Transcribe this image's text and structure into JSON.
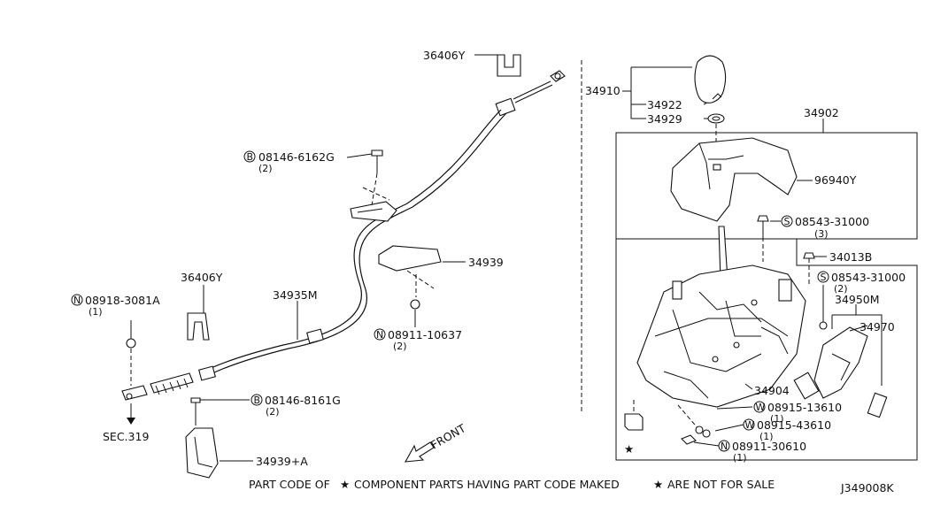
{
  "parts": {
    "p36406y_top": "36406Y",
    "p34910": "34910",
    "p34922": "34922",
    "p34929": "34929",
    "p34902": "34902",
    "p96940y": "96940Y",
    "p08543_31000_a": "08543-31000",
    "p08543_31000_a_qty": "(3)",
    "p08543_31000_a_prefix": "S",
    "p34013b": "34013B",
    "p08543_31000_b": "08543-31000",
    "p08543_31000_b_qty": "(2)",
    "p08543_31000_b_prefix": "S",
    "p34950m": "34950M",
    "p34970": "34970",
    "p34904": "34904",
    "p08915_13610": "08915-13610",
    "p08915_13610_qty": "(1)",
    "p08915_13610_prefix": "W",
    "p08915_43610": "08915-43610",
    "p08915_43610_qty": "(1)",
    "p08915_43610_prefix": "W",
    "p08911_30610": "08911-30610",
    "p08911_30610_qty": "(1)",
    "p08911_30610_prefix": "N",
    "p08146_6162g": "08146-6162G",
    "p08146_6162g_qty": "(2)",
    "p08146_6162g_prefix": "B",
    "p34939": "34939",
    "p08911_10637": "08911-10637",
    "p08911_10637_qty": "(2)",
    "p08911_10637_prefix": "N",
    "p36406y_left": "36406Y",
    "p08918_3081a": "08918-3081A",
    "p08918_3081a_qty": "(1)",
    "p08918_3081a_prefix": "N",
    "p34935m": "34935M",
    "p08146_8161g": "08146-8161G",
    "p08146_8161g_qty": "(2)",
    "p08146_8161g_prefix": "B",
    "sec319": "SEC.319",
    "p34939a": "34939+A"
  },
  "front_label": "FRONT",
  "footer": {
    "note_part1": "PART CODE OF",
    "note_part2": "COMPONENT PARTS HAVING PART CODE MAKED",
    "note_part3": "ARE NOT FOR SALE",
    "star": "★",
    "diagram_id": "J349008K"
  }
}
